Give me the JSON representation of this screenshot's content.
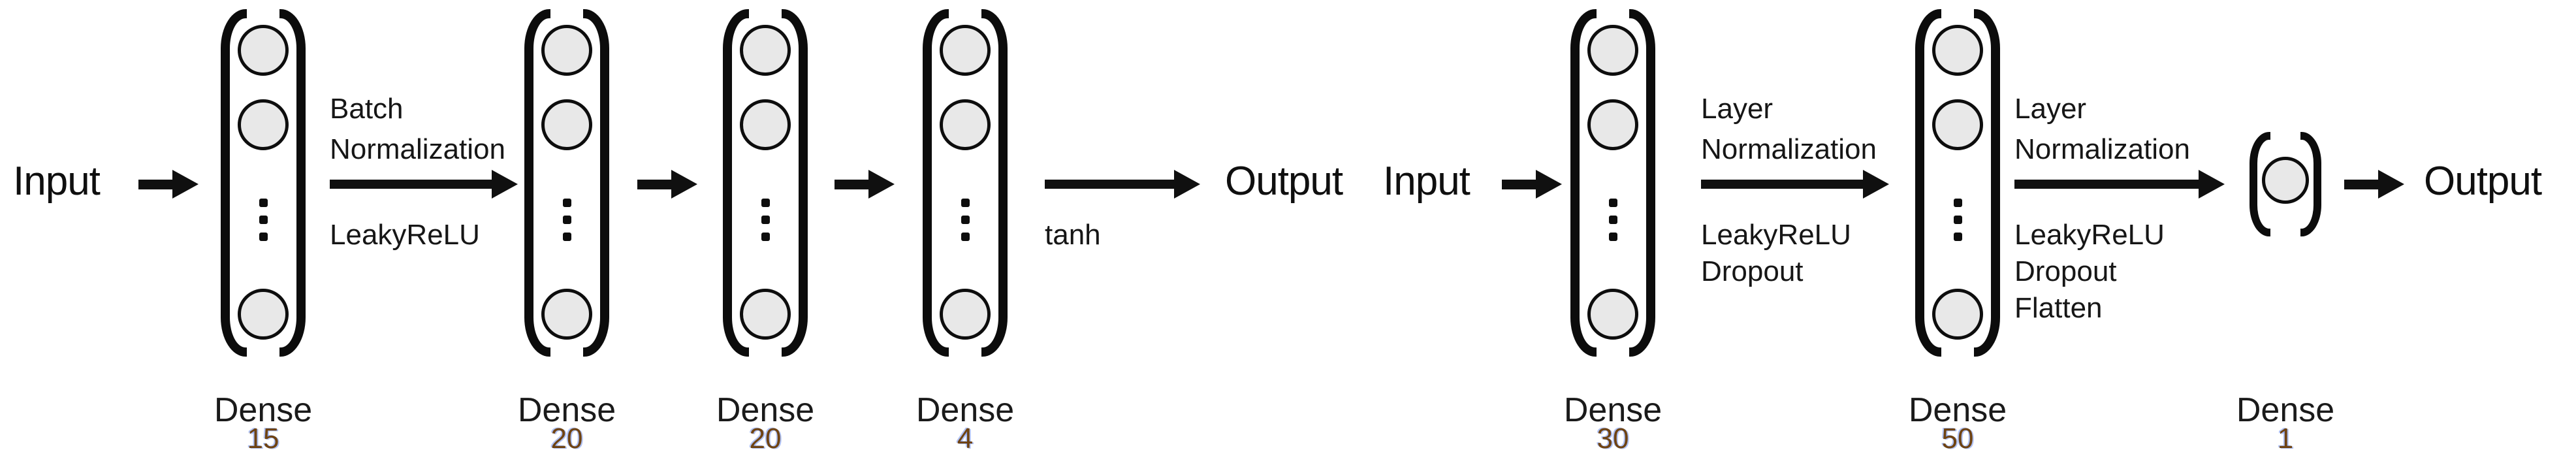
{
  "left_diagram": {
    "input_label": "Input",
    "output_label": "Output",
    "layers": [
      {
        "name": "Dense",
        "units": "15"
      },
      {
        "name": "Dense",
        "units": "20"
      },
      {
        "name": "Dense",
        "units": "20"
      },
      {
        "name": "Dense",
        "units": "4"
      }
    ],
    "transitions": {
      "t1": {
        "above1": "Batch",
        "above2": "Normalization",
        "below1": "LeakyReLU"
      },
      "t2": {
        "below1": "tanh"
      }
    }
  },
  "right_diagram": {
    "input_label": "Input",
    "output_label": "Output",
    "layers": [
      {
        "name": "Dense",
        "units": "30"
      },
      {
        "name": "Dense",
        "units": "50"
      },
      {
        "name": "Dense",
        "units": "1"
      }
    ],
    "transitions": {
      "t1": {
        "above1": "Layer",
        "above2": "Normalization",
        "below1": "LeakyReLU",
        "below2": "Dropout"
      },
      "t2": {
        "above1": "Layer",
        "above2": "Normalization",
        "below1": "LeakyReLU",
        "below2": "Dropout",
        "below3": "Flatten"
      }
    }
  },
  "colors": {
    "stroke": "#0d0d0d",
    "node_fill": "#e8e8e8",
    "units_text": "#6f4312",
    "units_fringe": "#5b8be0",
    "background": "#ffffff"
  }
}
